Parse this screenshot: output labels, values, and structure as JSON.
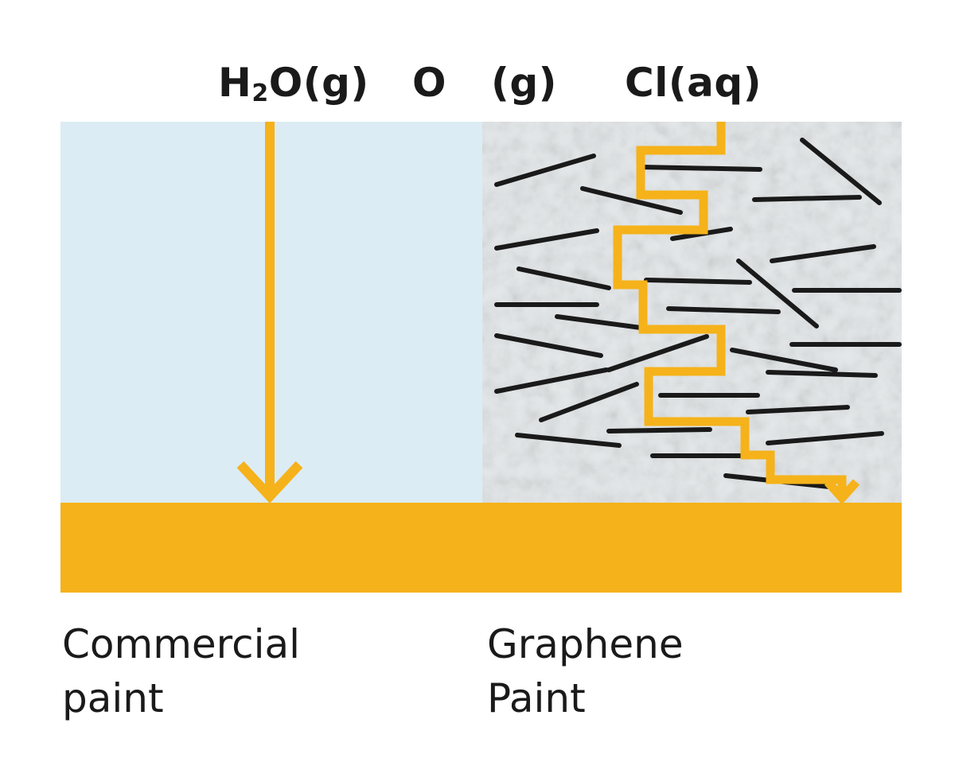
{
  "labels": {
    "water_prefix": "H",
    "water_sub": "2",
    "water_suffix": "O(g)",
    "oxygen_prefix": "O",
    "oxygen_suffix": "(g)",
    "chloride": "Cl(aq)"
  },
  "captions": {
    "commercial_line1": "Commercial",
    "commercial_line2": "paint",
    "graphene_line1": "Graphene",
    "graphene_line2": "Paint"
  },
  "colors": {
    "accent": "#f5b21a",
    "substrate": "#f5b21a",
    "commercial_coating": "#dcecf4",
    "graphene_coating": "#e6eaec",
    "flake": "#1a1a1a"
  }
}
